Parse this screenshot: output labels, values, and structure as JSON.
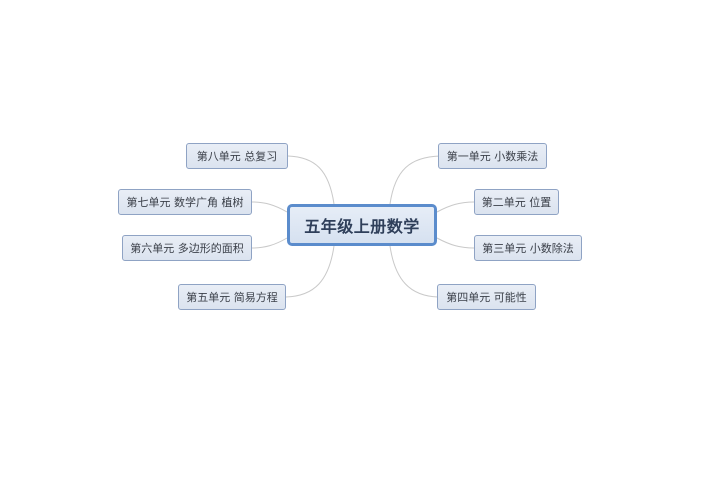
{
  "mindmap": {
    "central_topic": "五年级上册数学",
    "right_branches": [
      {
        "label": "第一单元 小数乘法"
      },
      {
        "label": "第二单元 位置"
      },
      {
        "label": "第三单元 小数除法"
      },
      {
        "label": "第四单元 可能性"
      }
    ],
    "left_branches": [
      {
        "label": "第八单元 总复习"
      },
      {
        "label": "第七单元 数学广角 植树"
      },
      {
        "label": "第六单元 多边形的面积"
      },
      {
        "label": "第五单元 简易方程"
      }
    ]
  },
  "colors": {
    "central_border": "#5b8ccc",
    "node_border": "#8fa3c4",
    "node_fill": "#dfe6f1",
    "link": "#c8c8c8",
    "background": "#ffffff"
  }
}
